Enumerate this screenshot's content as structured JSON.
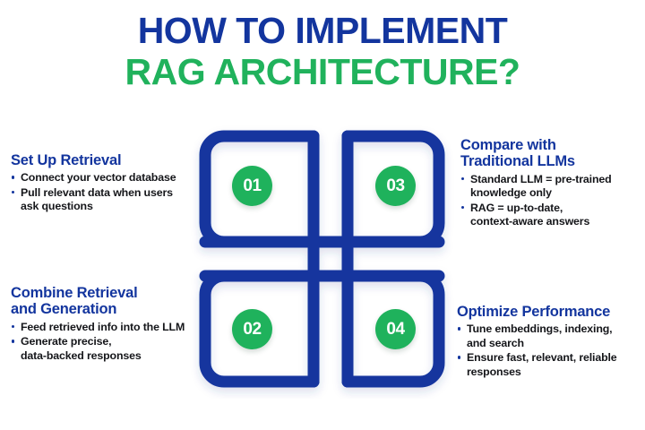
{
  "title": {
    "line1": "HOW TO IMPLEMENT",
    "line2": "RAG ARCHITECTURE?"
  },
  "colors": {
    "brand_blue": "#13359E",
    "brand_green": "#1FB25C",
    "body_text": "#15161A",
    "background": "#FFFFFF"
  },
  "diagram": {
    "type": "interlocking-rounded-squares",
    "badges": [
      {
        "id": "01",
        "label": "01",
        "position": "top-left"
      },
      {
        "id": "03",
        "label": "03",
        "position": "top-right"
      },
      {
        "id": "02",
        "label": "02",
        "position": "bottom-left"
      },
      {
        "id": "04",
        "label": "04",
        "position": "bottom-right"
      }
    ]
  },
  "steps": [
    {
      "number": "01",
      "position": "top-left",
      "heading": "Set Up Retrieval",
      "bullets": [
        {
          "line1": "Connect your vector database",
          "line2": ""
        },
        {
          "line1": "Pull relevant data when users",
          "line2": "ask questions"
        }
      ]
    },
    {
      "number": "02",
      "position": "bottom-left",
      "heading": "Combine Retrieval and Generation",
      "heading_line1": "Combine Retrieval",
      "heading_line2": "and Generation",
      "bullets": [
        {
          "line1": "Feed retrieved info into the LLM",
          "line2": ""
        },
        {
          "line1": "Generate precise,",
          "line2": "data-backed responses"
        }
      ]
    },
    {
      "number": "03",
      "position": "top-right",
      "heading": "Compare with Traditional LLMs",
      "heading_line1": "Compare with",
      "heading_line2": "Traditional LLMs",
      "bullets": [
        {
          "line1": "Standard LLM = pre-trained",
          "line2": "knowledge only"
        },
        {
          "line1": "RAG = up-to-date,",
          "line2": "context-aware answers"
        }
      ]
    },
    {
      "number": "04",
      "position": "bottom-right",
      "heading": "Optimize Performance",
      "bullets": [
        {
          "line1": "Tune embeddings, indexing,",
          "line2": "and search"
        },
        {
          "line1": "Ensure fast, relevant, reliable",
          "line2": "responses"
        }
      ]
    }
  ]
}
